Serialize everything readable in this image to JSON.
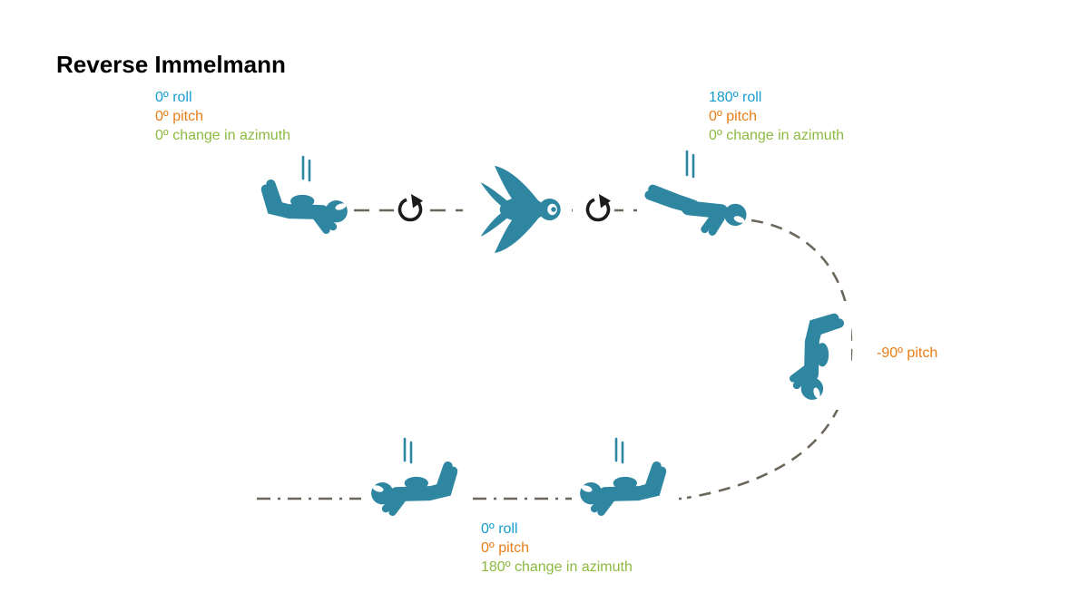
{
  "title": "Reverse Immelmann",
  "colors": {
    "figure": "#2E86A1",
    "roll": "#189CD0",
    "pitch": "#E87E16",
    "azimuth": "#8CBA41",
    "path": "#6B675B",
    "arrow": "#1C1C1C",
    "title": "#000000",
    "background": "#FFFFFF"
  },
  "annotations": {
    "start": {
      "roll": "0º roll",
      "pitch": "0º pitch",
      "azimuth": "0º change in azimuth"
    },
    "after_roll": {
      "roll": "180º roll",
      "pitch": "0º pitch",
      "azimuth": "0º change in azimuth"
    },
    "dive": {
      "pitch": "-90º pitch"
    },
    "end": {
      "roll": "0º roll",
      "pitch": "0º pitch",
      "azimuth": "180º change in azimuth"
    }
  },
  "icons": {
    "roll_arrow": "clockwise-rotation-arrow",
    "speed_lines": "motion-speed-lines"
  }
}
